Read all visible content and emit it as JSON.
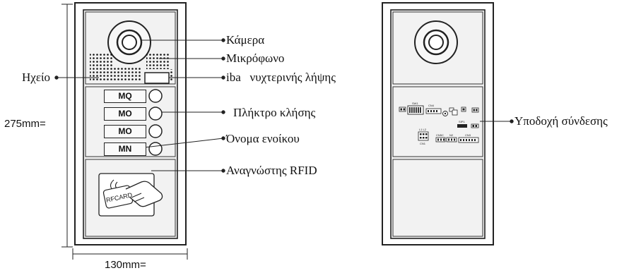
{
  "labels": {
    "camera": "Κάμερα",
    "microphone": "Μικρόφωνο",
    "speaker": "Ηχείο",
    "night_vision": "iba   νυχτερινής λήψης",
    "call_button": "Πλήκτρο κλήσης",
    "tenant_name": "Όνομα ενοίκου",
    "rfid_reader": "Αναγνώστης RFID",
    "connection_socket": "Υποδοχή σύνδεσης"
  },
  "dimensions": {
    "height": "275mm=",
    "width": "130mm="
  },
  "name_keys": [
    "MQ",
    "MO",
    "MO",
    "MN"
  ],
  "rfid_card_text": "RFCARD",
  "connector_labels": {
    "sw1": "SW1",
    "cn4": "CN4",
    "l1l2": "L1 L2",
    "cn5c": "CN5C",
    "n2": "N2",
    "cn3": "CN3",
    "sp1": "SIP1",
    "cn1": "CN1"
  }
}
